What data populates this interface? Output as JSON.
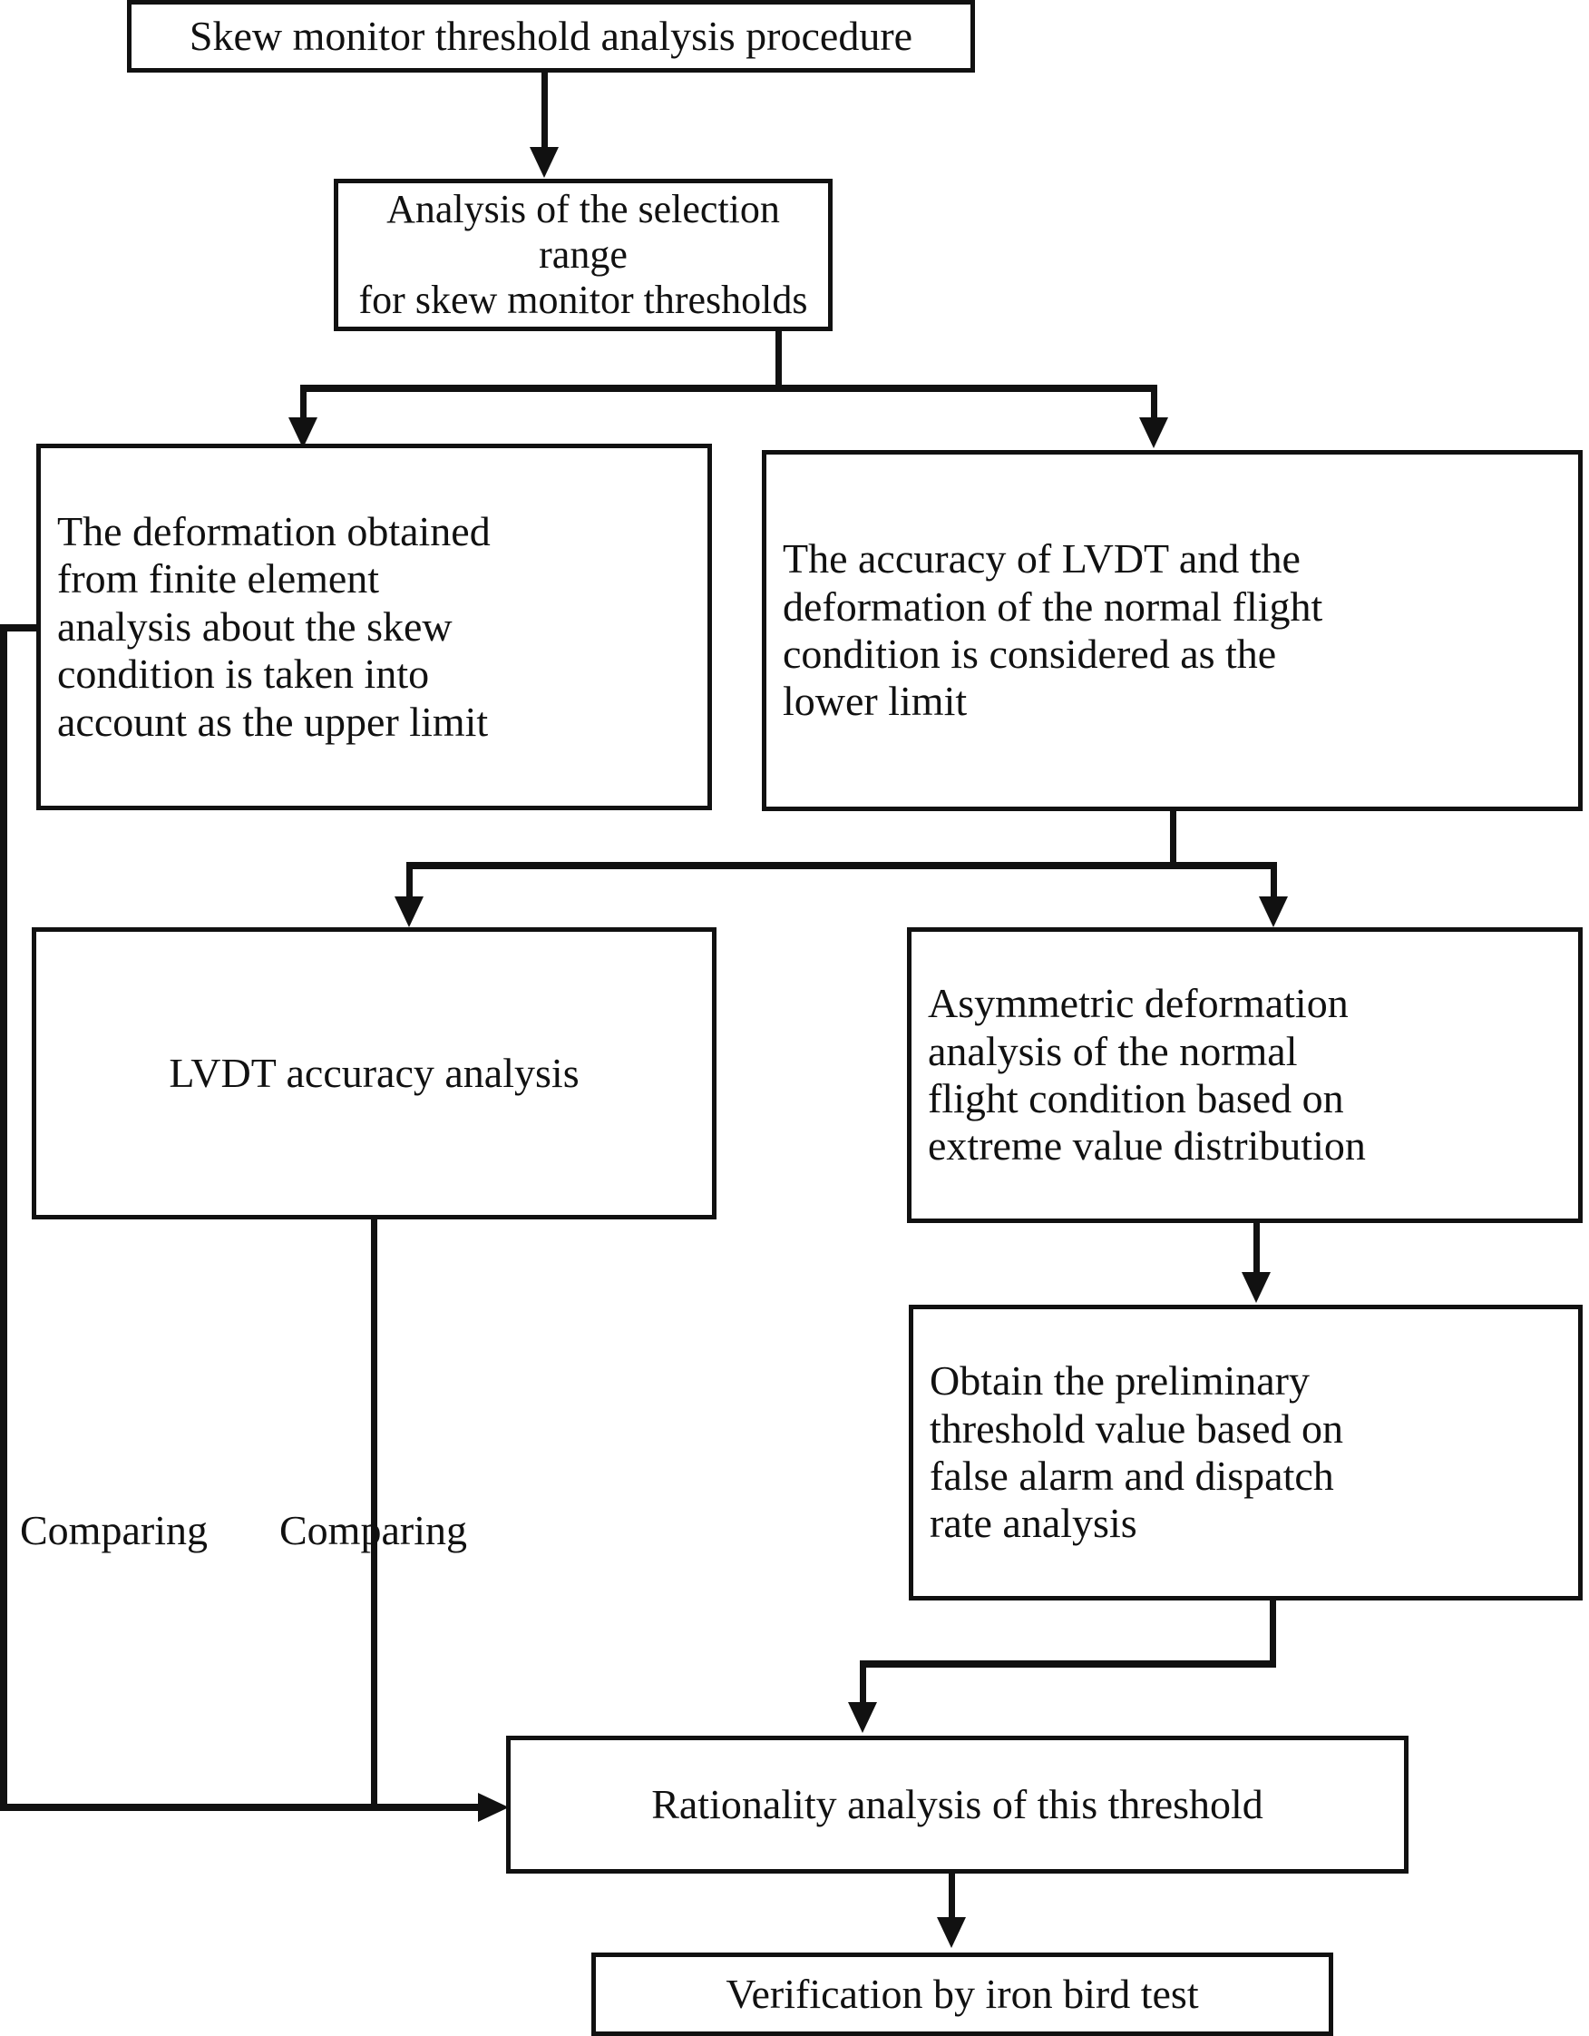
{
  "diagram": {
    "title": "Skew monitor threshold analysis procedure",
    "type": "flowchart",
    "orientation": "top-to-bottom",
    "background_color": "#ffffff",
    "line_color": "#111111",
    "nodes": [
      {
        "id": "n1",
        "label": "Skew monitor threshold analysis procedure",
        "shape": "rectangle"
      },
      {
        "id": "n2",
        "label": "Analysis of the selection range\nfor skew monitor thresholds",
        "shape": "rectangle"
      },
      {
        "id": "n3",
        "label": "The deformation obtained\nfrom finite element\nanalysis about the skew\ncondition is taken into\naccount as the upper limit",
        "shape": "rectangle"
      },
      {
        "id": "n4",
        "label": "The accuracy of LVDT and the\ndeformation of the normal flight\ncondition is considered as the\nlower limit",
        "shape": "rectangle"
      },
      {
        "id": "n5",
        "label": "LVDT accuracy analysis",
        "shape": "rectangle"
      },
      {
        "id": "n6",
        "label": "Asymmetric deformation\nanalysis of the normal\nflight condition based on\nextreme value distribution",
        "shape": "rectangle"
      },
      {
        "id": "n7",
        "label": "Obtain the preliminary\nthreshold value based on\nfalse alarm and dispatch\nrate analysis",
        "shape": "rectangle"
      },
      {
        "id": "n8",
        "label": "Rationality analysis of this threshold",
        "shape": "rectangle"
      },
      {
        "id": "n9",
        "label": "Verification by iron bird test",
        "shape": "rectangle"
      }
    ],
    "edge_labels": {
      "comparing_left": "Comparing",
      "comparing_right": "Comparing"
    }
  }
}
